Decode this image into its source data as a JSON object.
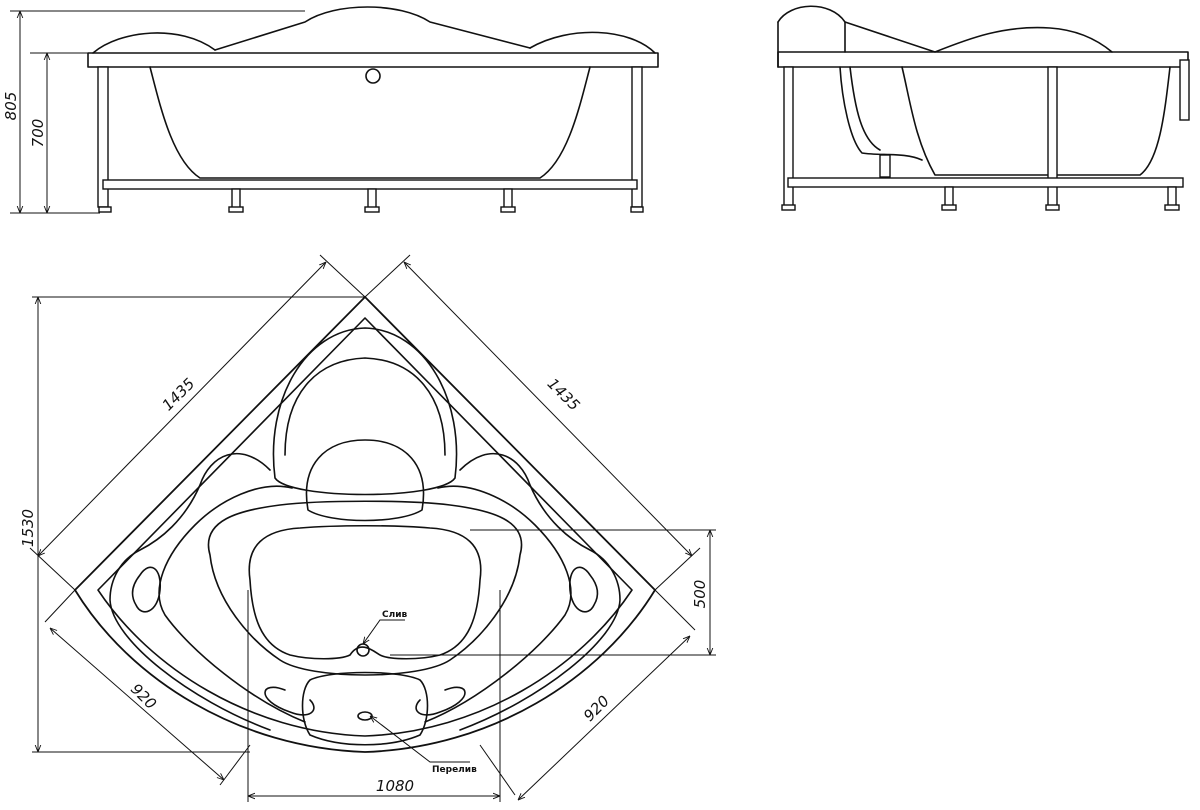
{
  "dimensions": {
    "front_total_height": "805",
    "front_rim_height": "700",
    "plan_side_left": "1435",
    "plan_side_right": "1435",
    "plan_height": "1530",
    "plan_leg_left": "920",
    "plan_leg_right": "920",
    "plan_width_bottom": "1080",
    "plan_seat_depth": "500"
  },
  "labels": {
    "drain": "Слив",
    "overflow": "Перелив"
  }
}
